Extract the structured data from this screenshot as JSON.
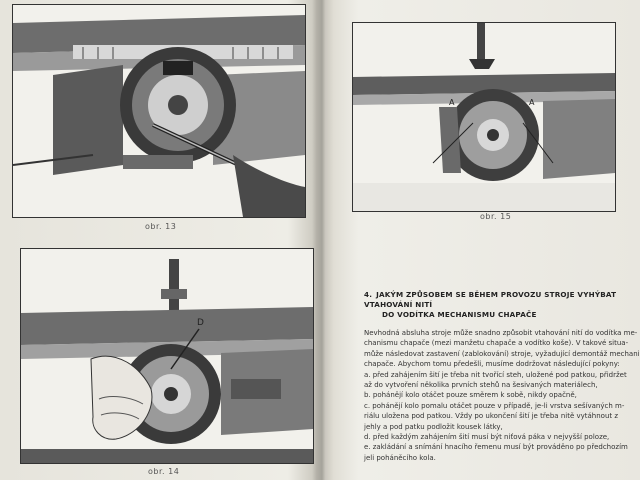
{
  "captions": {
    "fig13": "obr. 13",
    "fig14": "obr. 14",
    "fig15": "obr. 15"
  },
  "figure_labels": {
    "label_a_left": "A",
    "label_a_right": "A",
    "label_d": "D"
  },
  "section": {
    "number": "4.",
    "heading_line1": "JAKÝM ZPŮSOBEM SE BĚHEM PROVOZU STROJE VYHÝBAT VTAHOVÁNÍ NITÍ",
    "heading_line2": "DO VODÍTKA MECHANISMU CHAPAČE",
    "paragraph_lines": [
      "Nevhodná absluha stroje může snadno způsobit vtahování nití do vodítka me-",
      "chanismu chapače (mezi manžetu chapače a vodítko koše). V takové situa-",
      "může následovat zastavení (zablokování) stroje, vyžadující demontáž mechanismu",
      "chapače. Abychom tomu předešli, musíme dodržovat následující pokyny:"
    ],
    "items": [
      "a. před zahájením šití je třeba nit tvořící steh, uložené pod patkou, přidržet",
      "   až do vytvoření několika prvních stehů na šesivaných materiálech,",
      "b. pohánějí kolo otáčet pouze směrem k sobě, nikdy opačně,",
      "c. pohánějí kolo pomalu otáčet pouze v případě, je-li vrstva sešívaných m-",
      "   riálu uložena pod patkou. Vždy po ukončení šití je třeba nitě vytáhnout z",
      "   jehly a pod patku podložit kousek látky,",
      "d. před každým zahájením šití musí být niťová páka v nejvyšší poloze,",
      "e. zakládání a snímání hnacího řemenu musí být prováděno po předchozím",
      "   jeli poháněcího kola."
    ]
  }
}
